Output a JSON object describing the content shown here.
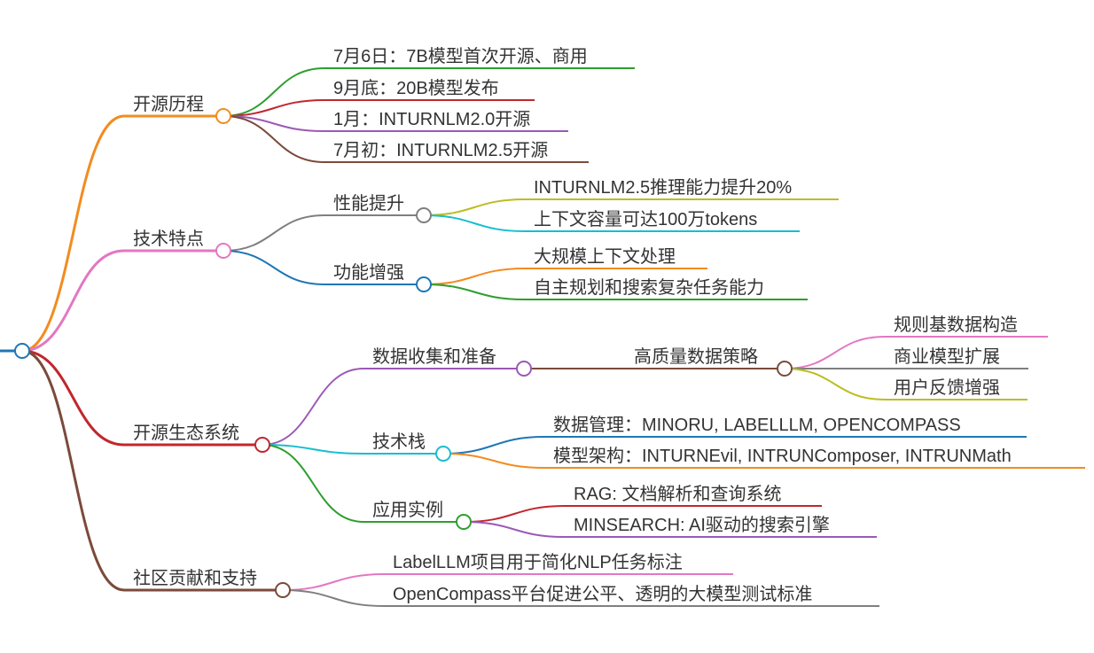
{
  "colors": {
    "orange": "#f28c1f",
    "green": "#2e9e2e",
    "red": "#c0272d",
    "purple": "#9b59b6",
    "brown": "#7b4a3a",
    "pink": "#e377c2",
    "gray": "#7f7f7f",
    "blue": "#1f77b4",
    "olive": "#bcbd22",
    "cyan": "#17becf"
  },
  "mindmap": {
    "root_label": "",
    "branches": [
      {
        "label": "开源历程",
        "children": [
          {
            "label": "7月6日：7B模型首次开源、商用"
          },
          {
            "label": "9月底：20B模型发布"
          },
          {
            "label": "1月：INTURNLM2.0开源"
          },
          {
            "label": "7月初：INTURNLM2.5开源"
          }
        ]
      },
      {
        "label": "技术特点",
        "children": [
          {
            "label": "性能提升",
            "children": [
              {
                "label": "INTURNLM2.5推理能力提升20%"
              },
              {
                "label": "上下文容量可达100万tokens"
              }
            ]
          },
          {
            "label": "功能增强",
            "children": [
              {
                "label": "大规模上下文处理"
              },
              {
                "label": "自主规划和搜索复杂任务能力"
              }
            ]
          }
        ]
      },
      {
        "label": "开源生态系统",
        "children": [
          {
            "label": "数据收集和准备",
            "children": [
              {
                "label": "高质量数据策略",
                "children": [
                  {
                    "label": "规则基数据构造"
                  },
                  {
                    "label": "商业模型扩展"
                  },
                  {
                    "label": "用户反馈增强"
                  }
                ]
              }
            ]
          },
          {
            "label": "技术栈",
            "children": [
              {
                "label": "数据管理：MINORU, LABELLLM, OPENCOMPASS"
              },
              {
                "label": "模型架构：INTURNEvil, INTRUNComposer, INTRUNMath"
              }
            ]
          },
          {
            "label": "应用实例",
            "children": [
              {
                "label": "RAG: 文档解析和查询系统"
              },
              {
                "label": "MINSEARCH: AI驱动的搜索引擎"
              }
            ]
          }
        ]
      },
      {
        "label": "社区贡献和支持",
        "children": [
          {
            "label": "LabelLLM项目用于简化NLP任务标注"
          },
          {
            "label": "OpenCompass平台促进公平、透明的大模型测试标准"
          }
        ]
      }
    ]
  }
}
